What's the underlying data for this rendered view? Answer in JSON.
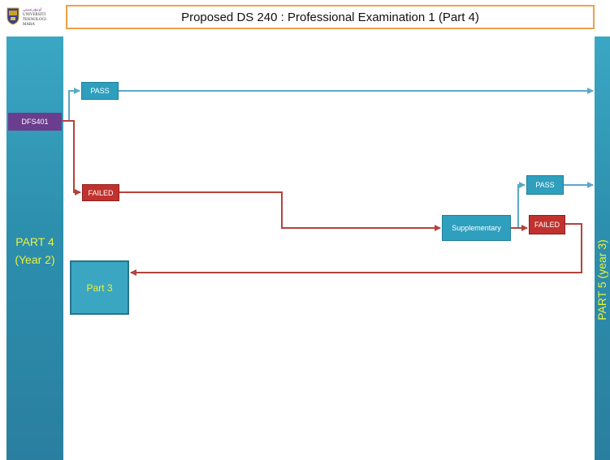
{
  "title": "Proposed DS 240 : Professional Examination 1 (Part 4)",
  "logo": {
    "lines": [
      "اونيۏرسيتي",
      "UNIVERSITI",
      "TEKNOLOGI",
      "MARA"
    ]
  },
  "left_column": {
    "line1": "PART 4",
    "line2": "(Year  2)"
  },
  "right_column": {
    "label": "PART 5 (year 3)"
  },
  "nodes": {
    "course": "DFS401",
    "pass_top": "PASS",
    "failed_top": "FAILED",
    "supplementary": "Supplementary",
    "pass_right": "PASS",
    "failed_right": "FAILED",
    "part3": "Part 3"
  },
  "colors": {
    "pass_arrow": "#5aa9c6",
    "fail_arrow": "#b5423b",
    "column": "#2d8fae",
    "column_text": "#e8f23a",
    "title_border": "#f0a04b",
    "course_box": "#6a3d8f"
  }
}
